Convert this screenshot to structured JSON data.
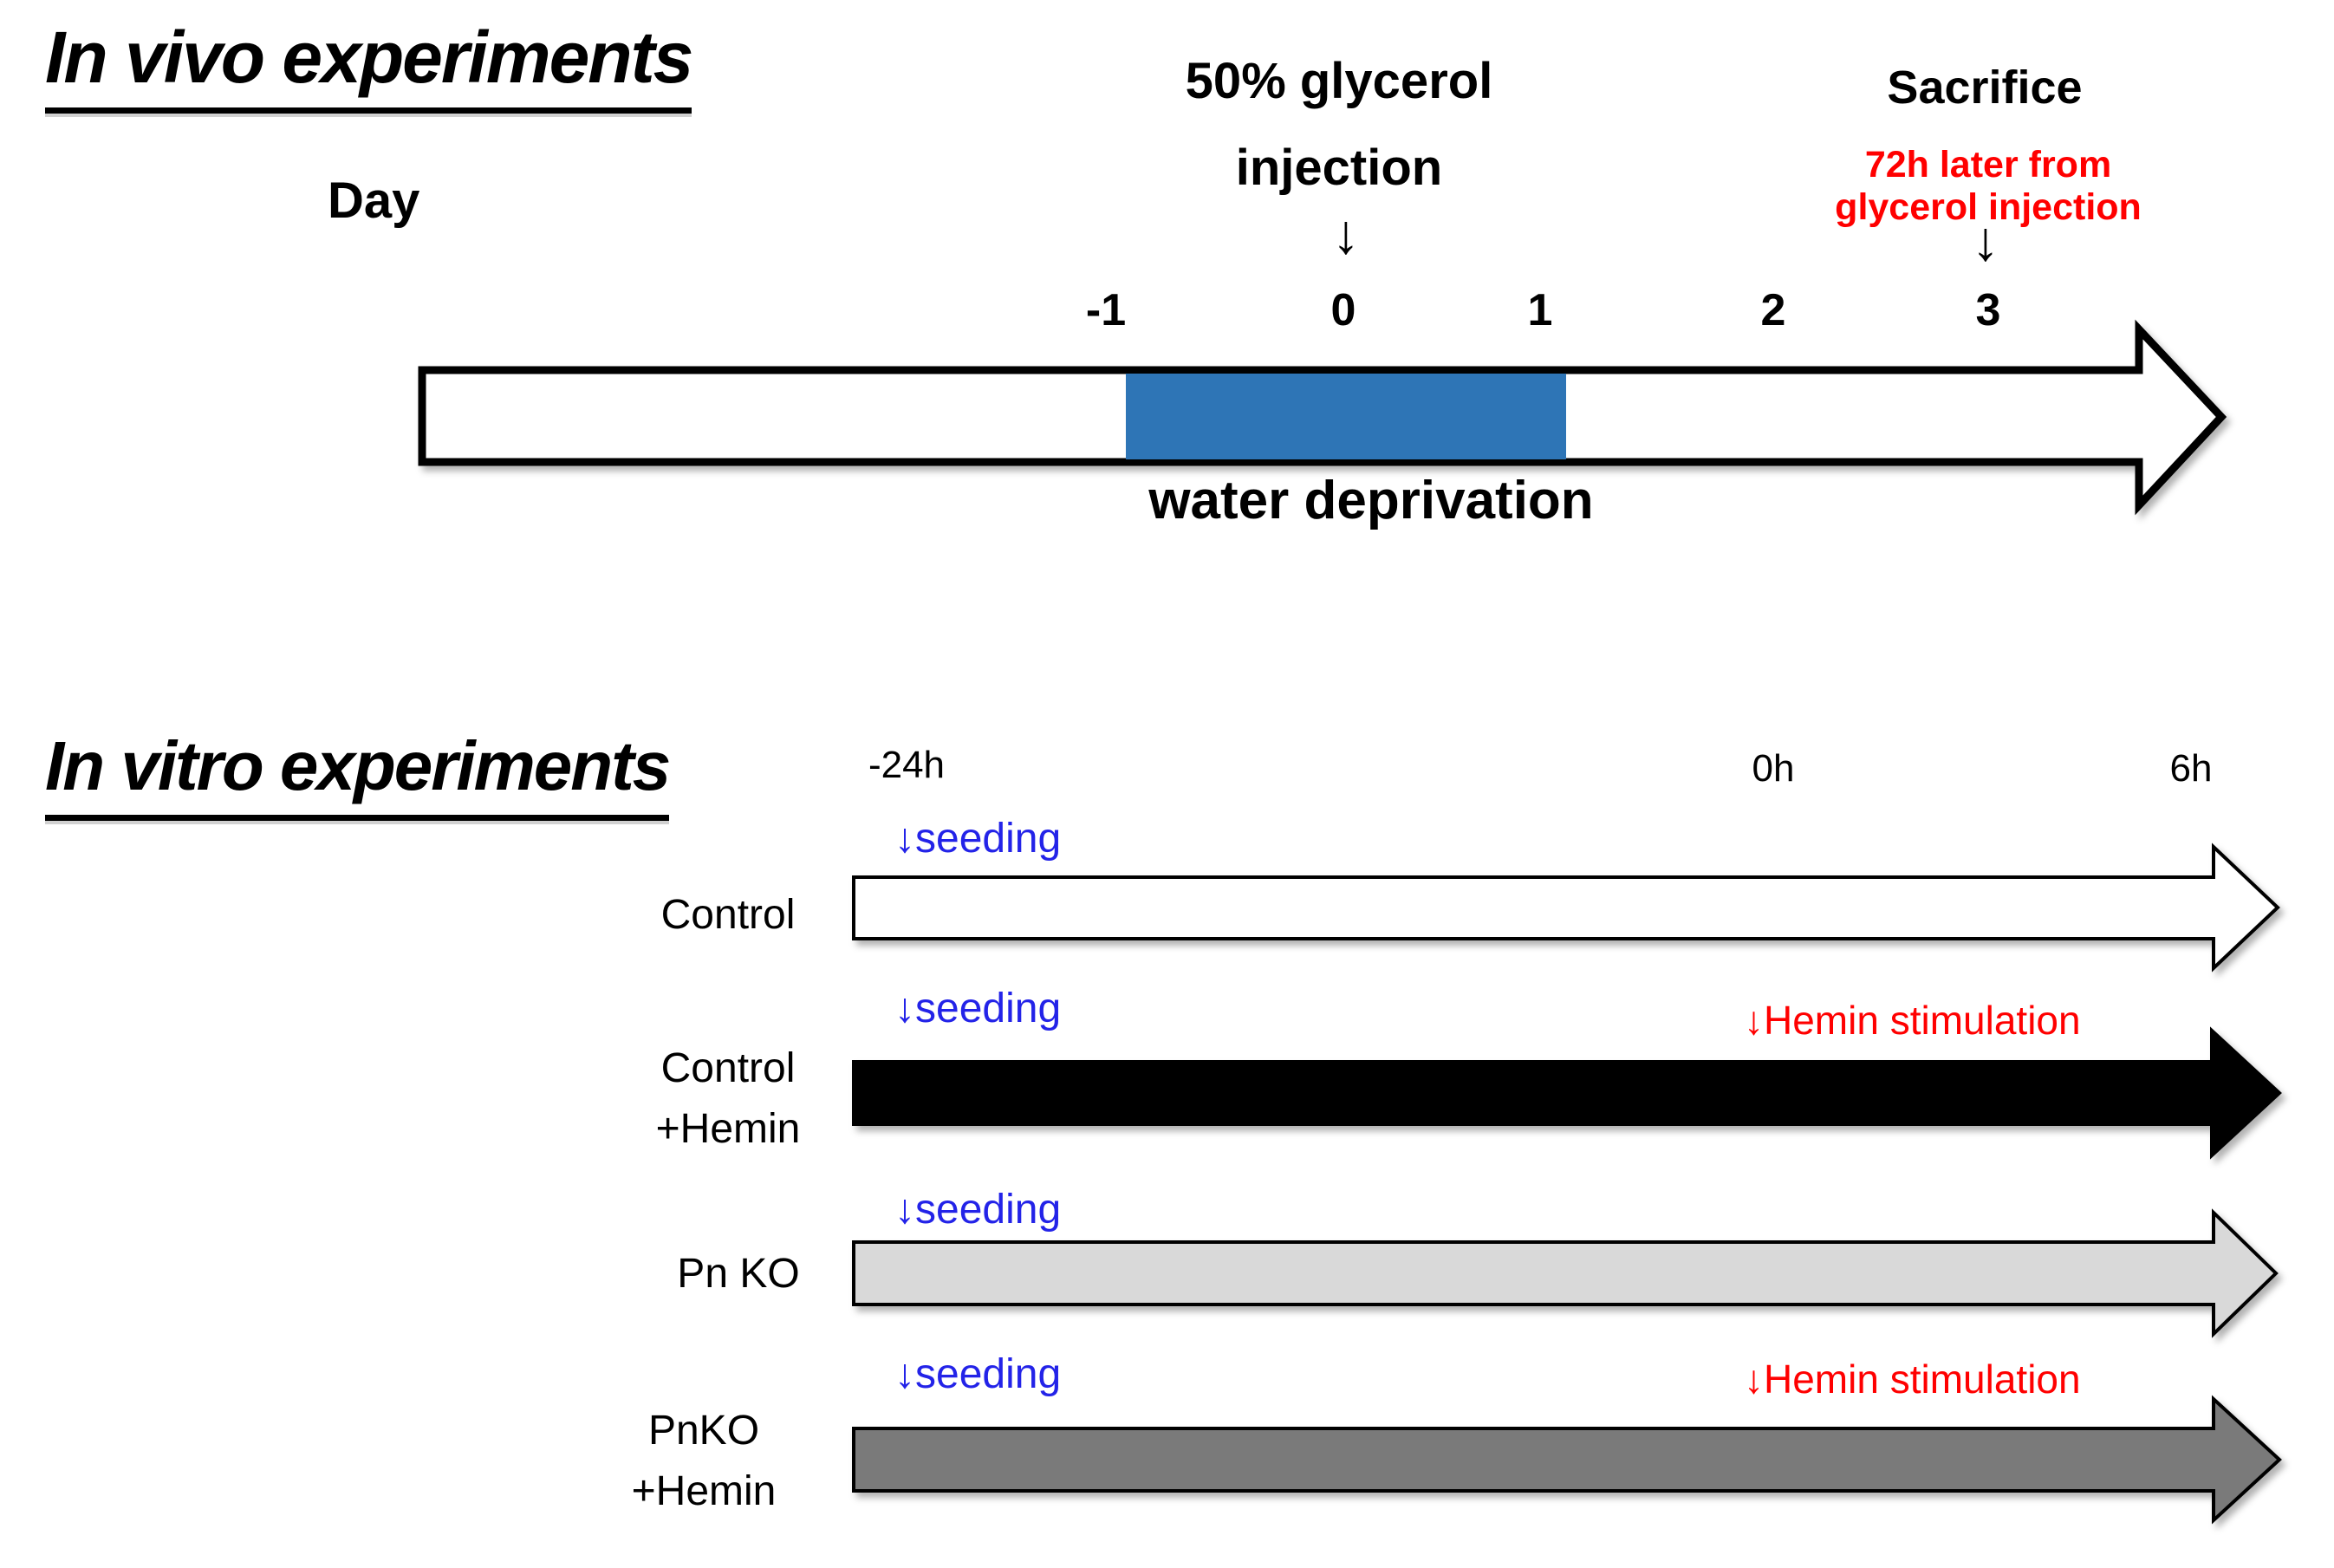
{
  "colors": {
    "blue_box": "#2e75b6",
    "seeding_blue": "#2323e8",
    "alert_red": "#ff0000",
    "outline_black": "#000000",
    "arrow_white": "#ffffff",
    "arrow_black": "#000000",
    "arrow_light_gray": "#d9d9d9",
    "arrow_dark_gray": "#7a7a7a"
  },
  "in_vivo": {
    "title": "In vivo experiments",
    "axis_label": "Day",
    "glycerol": {
      "line1": "50% glycerol",
      "line2": "injection",
      "arrow": "↓"
    },
    "sacrifice": {
      "label": "Sacrifice",
      "note": "72h later from glycerol injection",
      "arrow": "↓"
    },
    "day_ticks": [
      "-1",
      "0",
      "1",
      "2",
      "3"
    ],
    "water_deprivation": "water deprivation"
  },
  "in_vitro": {
    "title": "In vitro experiments",
    "time_ticks": [
      "-24h",
      "0h",
      "6h"
    ],
    "seeding_label": "↓seeding",
    "hemin_label": "↓Hemin stimulation",
    "rows": [
      {
        "name": "Control",
        "label_line1": "Control",
        "label_line2": "",
        "fill": "#ffffff"
      },
      {
        "name": "Control +Hemin",
        "label_line1": "Control",
        "label_line2": "+Hemin",
        "fill": "#000000"
      },
      {
        "name": "Pn KO",
        "label_line1": "Pn KO",
        "label_line2": "",
        "fill": "#d9d9d9"
      },
      {
        "name": "PnKO +Hemin",
        "label_line1": "PnKO",
        "label_line2": "+Hemin",
        "fill": "#7a7a7a"
      }
    ]
  }
}
